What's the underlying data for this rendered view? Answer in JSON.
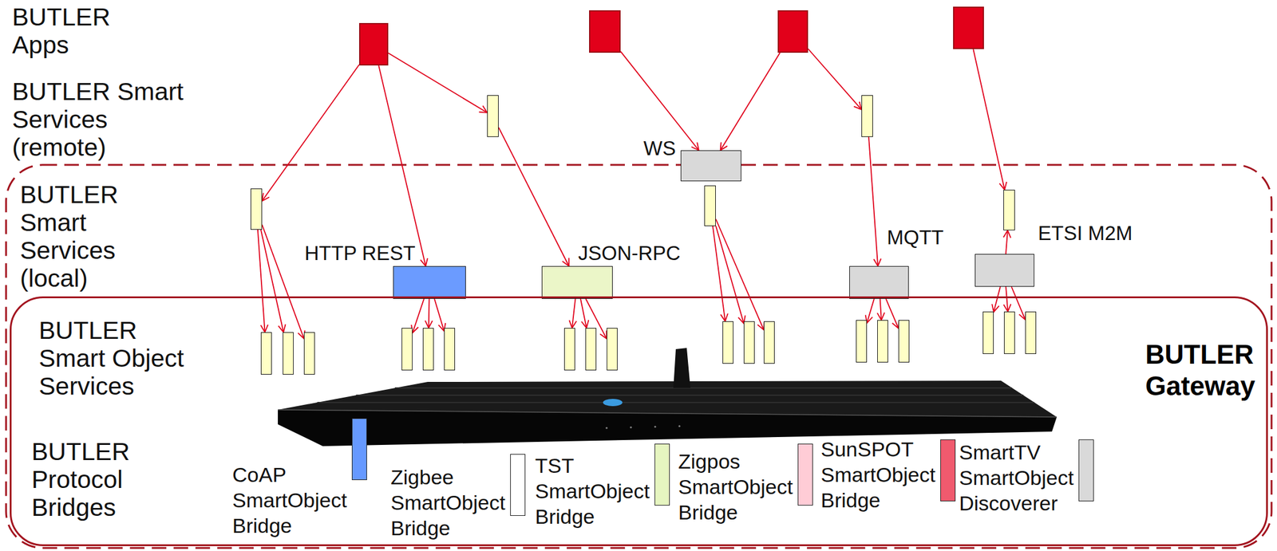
{
  "diagram": {
    "nodes": [
      {},
      {},
      {},
      {},
      {},
      {},
      {
        "text": [
          "WS"
        ]
      },
      {},
      {},
      {},
      {
        "text": [
          "HTTP REST"
        ]
      },
      {
        "text": [
          "JSON-RPC"
        ]
      },
      {
        "text": [
          "MQTT"
        ]
      },
      {
        "text": [
          "ETSI M2M"
        ]
      },
      {
        "text": [
          "BUTLER Gateway"
        ]
      },
      {
        "in": 14
      },
      {
        "in": 14
      },
      {
        "in": 14
      },
      {
        "in": 14
      },
      {
        "in": 14
      },
      {
        "in": 14
      },
      {
        "in": 14
      },
      {
        "in": 14
      },
      {
        "in": 14
      },
      {
        "in": 14
      },
      {
        "in": 14
      },
      {
        "in": 14
      },
      {
        "in": 14
      },
      {
        "in": 14
      },
      {
        "in": 14
      },
      {
        "in": 14
      },
      {
        "in": 14
      },
      {
        "in": 14
      },
      {
        "text": [
          "CoAP SmartObject Bridge"
        ],
        "in": 14
      },
      {
        "text": [
          "Zigbee SmartObject Bridge"
        ],
        "in": 14
      },
      {
        "text": [
          "TST SmartObject Bridge"
        ],
        "in": 14
      },
      {
        "text": [
          "Zigpos SmartObject Bridge"
        ],
        "in": 14
      },
      {
        "text": [
          "SunSPOT SmartObject Bridge"
        ],
        "in": 14
      },
      {
        "text": [
          "SmartTV SmartObject Discoverer"
        ],
        "in": 14
      }
    ],
    "edges": [
      {
        "from": 0,
        "to": 7,
        "arrow": "to"
      },
      {
        "from": 0,
        "to": 10,
        "arrow": "to"
      },
      {
        "from": 0,
        "to": 4,
        "arrow": "to"
      },
      {
        "from": 4,
        "to": 11,
        "arrow": "to"
      },
      {
        "from": 1,
        "to": 6,
        "arrow": "to"
      },
      {
        "from": 2,
        "to": 6,
        "arrow": "to"
      },
      {
        "from": 2,
        "to": 5,
        "arrow": "to"
      },
      {
        "from": 5,
        "to": 12,
        "arrow": "to"
      },
      {
        "from": 3,
        "to": 9,
        "arrow": "to"
      },
      {
        "from": 13,
        "to": 9,
        "arrow": "to"
      },
      {
        "from": 7,
        "to": 15,
        "arrow": "to"
      },
      {
        "from": 7,
        "to": 16,
        "arrow": "to"
      },
      {
        "from": 7,
        "to": 17,
        "arrow": "to"
      },
      {
        "from": 10,
        "to": 18,
        "arrow": "to"
      },
      {
        "from": 10,
        "to": 19,
        "arrow": "to"
      },
      {
        "from": 10,
        "to": 20,
        "arrow": "to"
      },
      {
        "from": 11,
        "to": 21,
        "arrow": "to"
      },
      {
        "from": 11,
        "to": 22,
        "arrow": "to"
      },
      {
        "from": 11,
        "to": 23,
        "arrow": "to"
      },
      {
        "from": 8,
        "to": 24,
        "arrow": "to"
      },
      {
        "from": 8,
        "to": 25,
        "arrow": "to"
      },
      {
        "from": 8,
        "to": 26,
        "arrow": "to"
      },
      {
        "from": 12,
        "to": 27,
        "arrow": "to"
      },
      {
        "from": 12,
        "to": 28,
        "arrow": "to"
      },
      {
        "from": 12,
        "to": 29,
        "arrow": "to"
      },
      {
        "from": 13,
        "to": 30,
        "arrow": "to"
      },
      {
        "from": 13,
        "to": 31,
        "arrow": "to"
      },
      {
        "from": 13,
        "to": 32,
        "arrow": "to"
      }
    ],
    "labels": [
      "BUTLER Apps",
      "BUTLER Smart Services (remote)",
      "BUTLER Smart Services (local)",
      "BUTLER Smart Object Services",
      "BUTLER Protocol Bridges"
    ]
  }
}
